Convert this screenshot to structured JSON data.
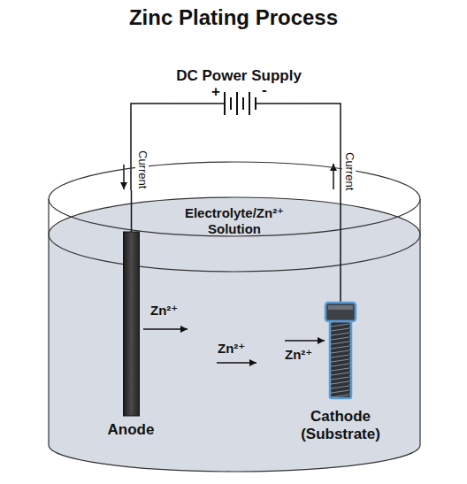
{
  "diagram": {
    "title": "Zinc Plating Process",
    "nodes": [
      {
        "text": [
          "DC Power Supply"
        ]
      },
      {
        "text": [
          "Electrolyte/Zn²⁺ Solution"
        ]
      },
      {
        "text": [
          "Anode"
        ],
        "in": 1
      },
      {
        "text": [
          "Cathode (Substrate)"
        ],
        "in": 1
      }
    ],
    "edges": [
      {
        "from": 0,
        "to": 2,
        "arrow": "none"
      },
      {
        "from": 3,
        "to": 0,
        "arrow": "none"
      }
    ],
    "labels": [
      "+",
      "-",
      "Current",
      "Current",
      "Zn²⁺",
      "Zn²⁺",
      "Zn²⁺"
    ]
  }
}
